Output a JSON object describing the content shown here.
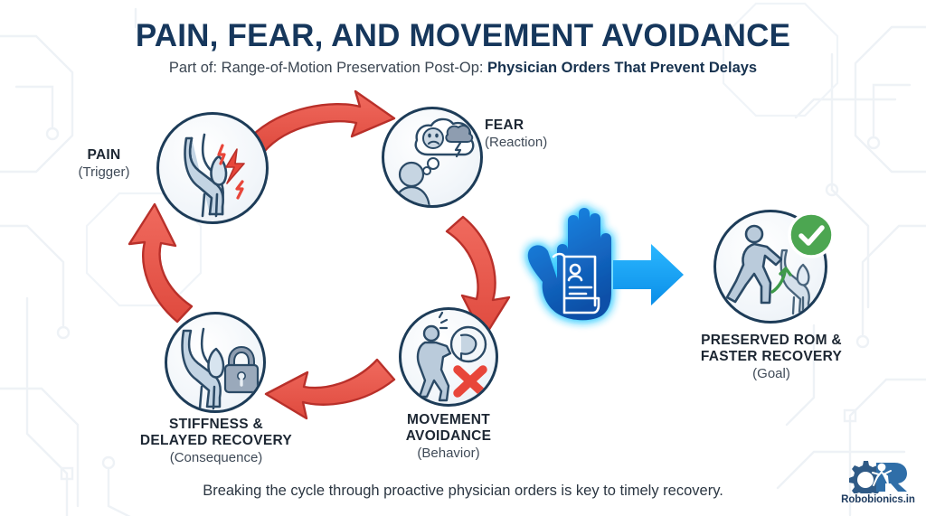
{
  "header": {
    "title": "PAIN, FEAR, AND MOVEMENT AVOIDANCE",
    "subtitle_prefix": "Part of: Range-of-Motion Preservation Post-Op: ",
    "subtitle_bold": "Physician Orders That Prevent Delays"
  },
  "cycle": {
    "nodes": [
      {
        "id": "pain",
        "main": "PAIN",
        "sub": "(Trigger)",
        "icon": "knee-pain-icon"
      },
      {
        "id": "fear",
        "main": "FEAR",
        "sub": "(Reaction)",
        "icon": "worried-thought-icon"
      },
      {
        "id": "avoidance",
        "main": "MOVEMENT\nAVOIDANCE",
        "sub": "(Behavior)",
        "icon": "avoid-movement-icon"
      },
      {
        "id": "stiffness",
        "main": "STIFFNESS &\nDELAYED RECOVERY",
        "sub": "(Consequence)",
        "icon": "locked-knee-icon"
      }
    ],
    "arrows": [
      {
        "id": "pain-to-fear",
        "direction": "right"
      },
      {
        "id": "fear-to-avoidance",
        "direction": "down"
      },
      {
        "id": "avoidance-to-stiffness",
        "direction": "left"
      },
      {
        "id": "stiffness-to-pain",
        "direction": "up"
      }
    ]
  },
  "intervention": {
    "icon": "stop-hand-with-physician-order-icon",
    "arrow_icon": "blue-right-arrow-icon"
  },
  "outcome": {
    "main_line1": "PRESERVED ROM &",
    "main_line2": "FASTER RECOVERY",
    "sub": "(Goal)",
    "icon": "walking-recovery-icon",
    "badge_icon": "green-check-badge-icon"
  },
  "footer": {
    "note": "Breaking the cycle through proactive physician orders is key to timely recovery.",
    "logo_text": "Robobionics.in",
    "logo_icon": "robobionics-logo-icon"
  },
  "colors": {
    "title_navy": "#16375c",
    "cycle_red": "#E8564B",
    "cycle_red_dark": "#B9302A",
    "intervention_blue": "#1479E0",
    "glow_blue": "#24C6FF",
    "success_green": "#4CA651",
    "circle_stroke": "#1d3c58",
    "bone_fill": "#b9cbdc"
  }
}
